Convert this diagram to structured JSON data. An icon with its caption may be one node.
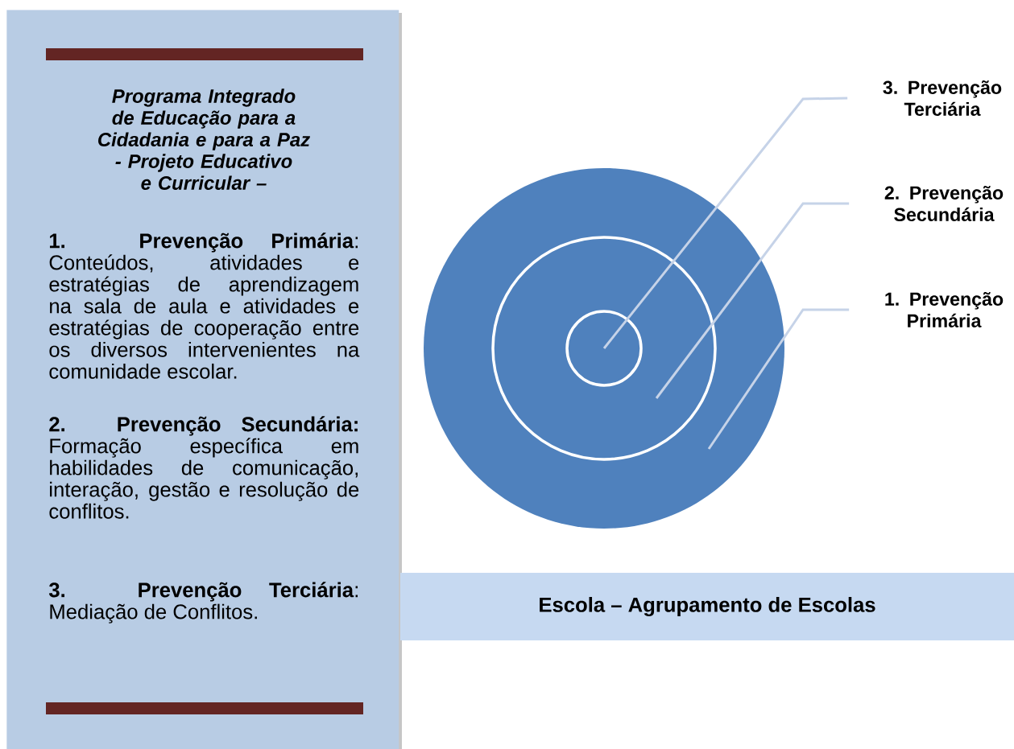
{
  "diagram": {
    "nodes": [
      {
        "text": [
          "Programa Integrado de Educação para a Cidadania e para a Paz",
          "- Projeto Educativo e Curricular –",
          "**1. Prevenção Primária**: Conteúdos, atividades e estratégias de aprendizagem na sala de aula e atividades e estratégias de cooperação entre os diversos intervenientes na comunidade escolar.",
          "**2. Prevenção Secundária:** Formação específica em habilidades de comunicação, interação, gestão e resolução de conflitos.",
          "**3. Prevenção Terciária**: Mediação de Conflitos."
        ]
      },
      {
        "text": [],
        "shape": "circle"
      },
      {
        "text": [],
        "shape": "circle",
        "in": 1
      },
      {
        "text": [],
        "shape": "circle",
        "in": 2
      },
      {
        "text": [
          "3. Prevenção Terciária"
        ]
      },
      {
        "text": [
          "2. Prevenção Secundária"
        ]
      },
      {
        "text": [
          "1. Prevenção Primária"
        ]
      },
      {
        "text": [
          "Escola – Agrupamento de Escolas"
        ]
      }
    ],
    "edges": [
      {
        "from": 4,
        "to": 3,
        "arrow": "none"
      },
      {
        "from": 5,
        "to": 2,
        "arrow": "none"
      },
      {
        "from": 6,
        "to": 1,
        "arrow": "none"
      }
    ]
  }
}
